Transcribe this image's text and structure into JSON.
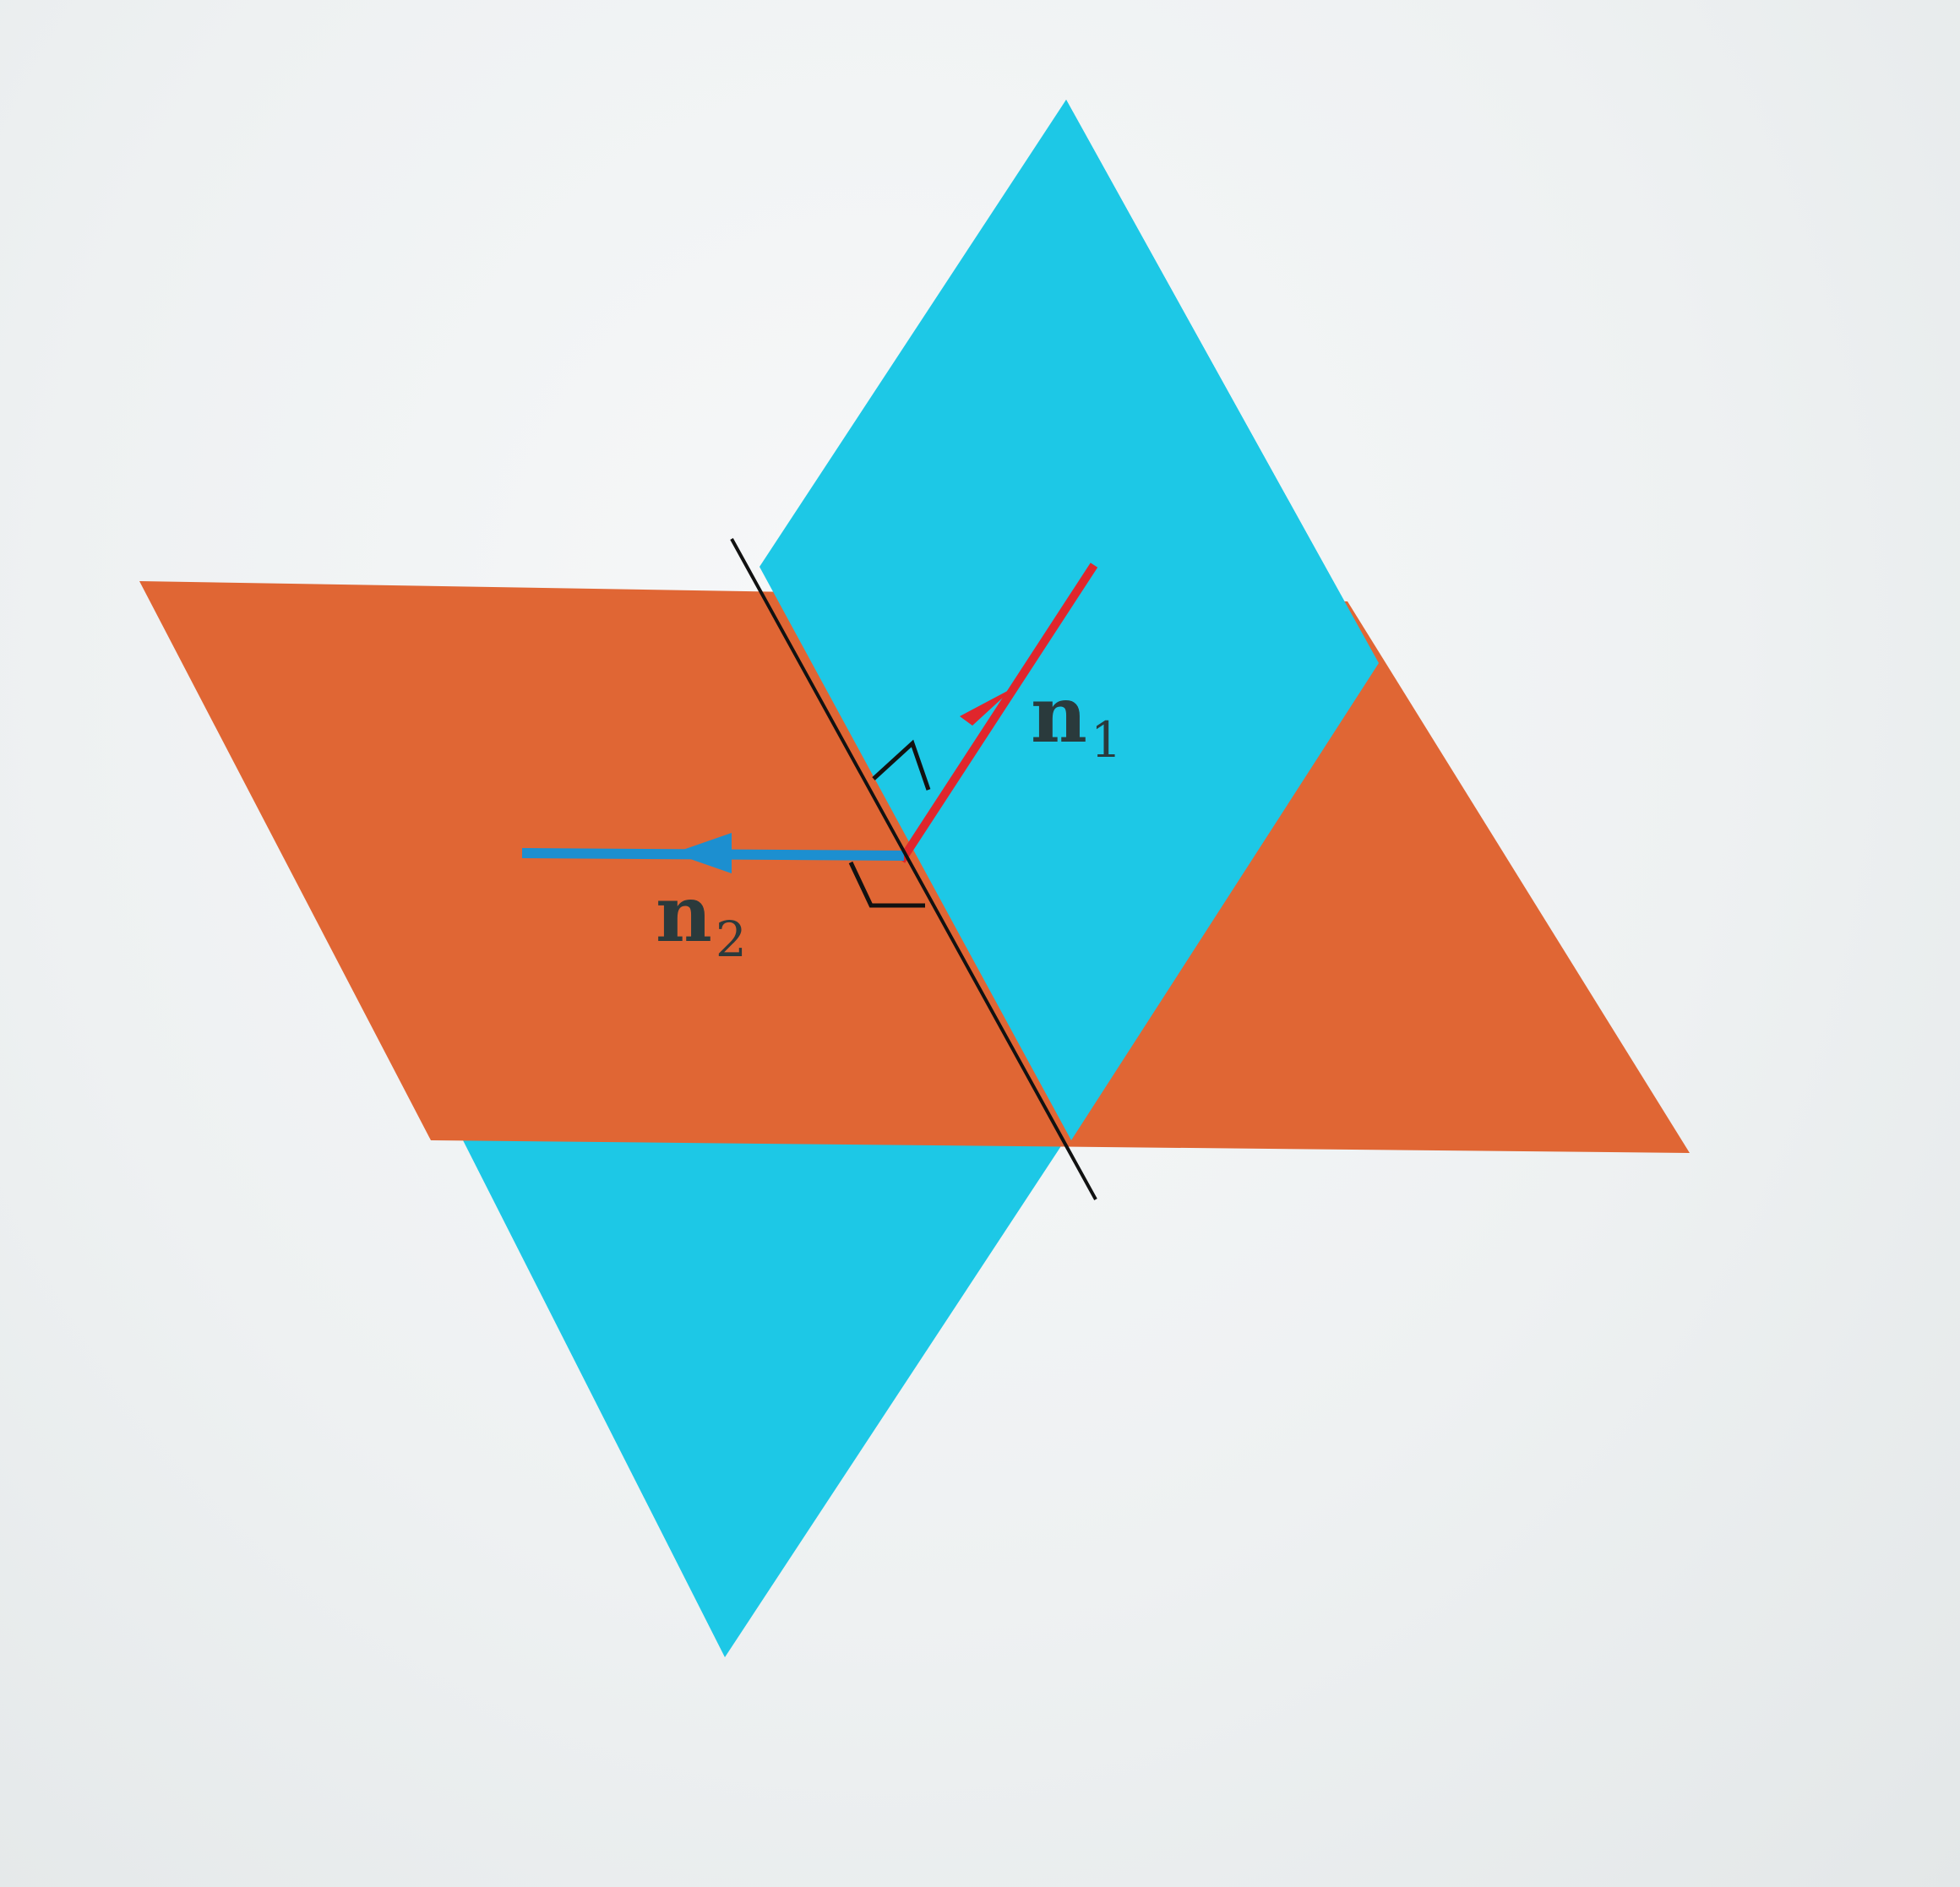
{
  "diagram": {
    "colors": {
      "plane_1": "#1dc8e6",
      "plane_2": "#e06634",
      "normal_1": "#e0262c",
      "normal_2": "#1c8fd0",
      "intersection_line": "#111111",
      "label": "#2a3a3c"
    },
    "labels": {
      "normal_1": {
        "base": "n",
        "sub": "1"
      },
      "normal_2": {
        "base": "n",
        "sub": "2"
      }
    }
  }
}
